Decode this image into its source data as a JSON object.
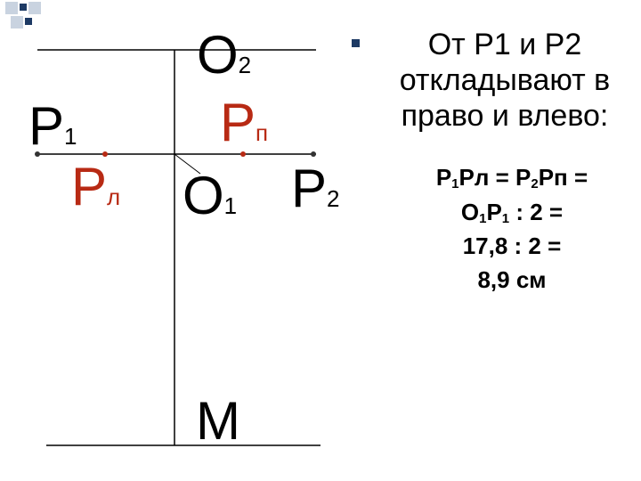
{
  "diagram": {
    "labels": {
      "O2": {
        "main": "О",
        "sub": "2"
      },
      "P1": {
        "main": "Р",
        "sub": "1"
      },
      "Pn": {
        "main": "Р",
        "sub": "п"
      },
      "Pl": {
        "main": "Р",
        "sub": "л"
      },
      "O1": {
        "main": "О",
        "sub": "1"
      },
      "P2": {
        "main": "Р",
        "sub": "2"
      },
      "M": {
        "main": "М"
      }
    },
    "colors": {
      "line": "#000000",
      "accent": "#b82a14",
      "bullet": "#1d3a64"
    }
  },
  "text": {
    "bullet_line1": "От  Р1 и Р2",
    "bullet_line2": "откладывают в",
    "bullet_line3": "право и влево:",
    "calc": {
      "p1": "Р",
      "p1_sub": "1",
      "pl": "Рл = Р",
      "p2_sub": "2",
      "pn": "Рп =",
      "o1": "О",
      "o1_sub": "1",
      "p1b": "Р",
      "p1b_sub": "1",
      "div": " : 2 =",
      "line3": "17,8 : 2 =",
      "line4": "8,9 см"
    }
  }
}
